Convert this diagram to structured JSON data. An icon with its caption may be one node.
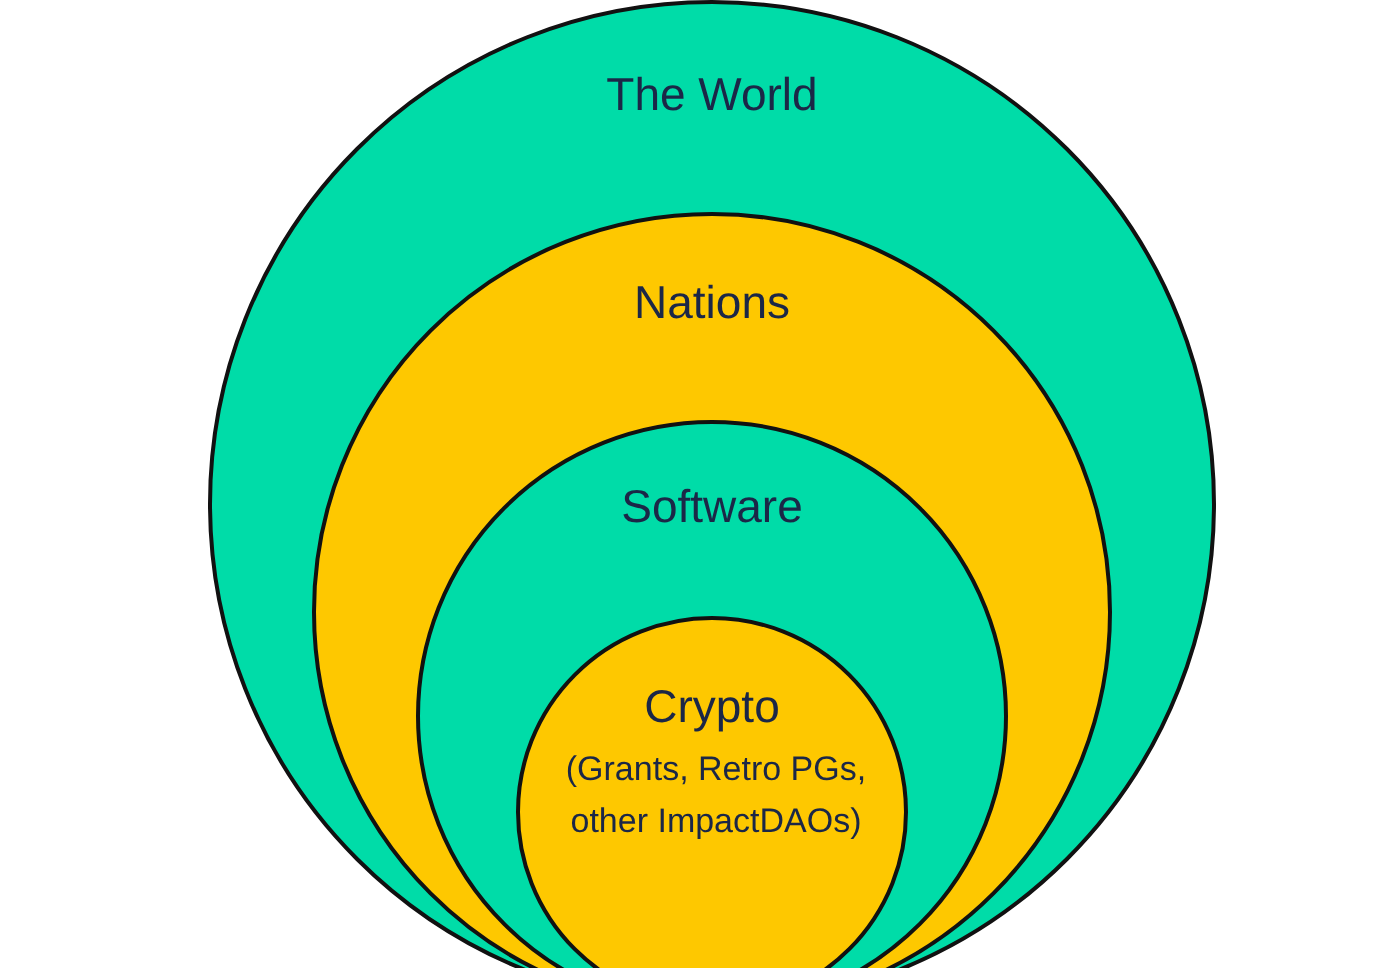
{
  "diagram": {
    "nodes": [
      {
        "text": [
          "The World"
        ]
      },
      {
        "text": [
          "Nations"
        ],
        "in": 0
      },
      {
        "text": [
          "Software"
        ],
        "in": 1
      },
      {
        "text": [
          "Crypto",
          "(Grants, Retro PGs, other ImpactDAOs)"
        ],
        "in": 2
      }
    ]
  }
}
